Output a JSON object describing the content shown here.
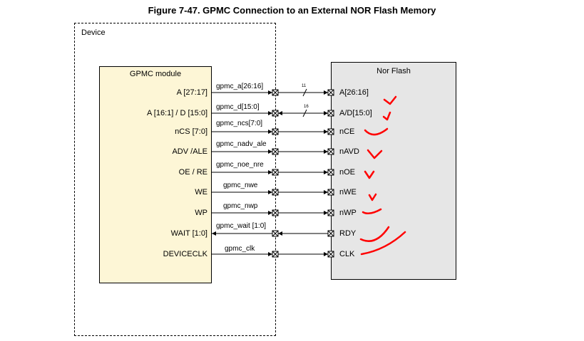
{
  "figure_title": "Figure 7-47. GPMC Connection to an External NOR Flash Memory",
  "device_label": "Device",
  "gpmc_label": "GPMC module",
  "nor_label": "Nor Flash",
  "connections": [
    {
      "gpmc_pin": "A [27:17]",
      "signal": "gpmc_a[26:16]",
      "nor_pin": "A[26:16]",
      "direction": "out",
      "bus_width": "11"
    },
    {
      "gpmc_pin": "A [16:1] / D [15:0]",
      "signal": "gpmc_d[15:0]",
      "nor_pin": "A/D[15:0]",
      "direction": "bidir",
      "bus_width": "16"
    },
    {
      "gpmc_pin": "nCS [7:0]",
      "signal": "gpmc_ncs[7:0]",
      "nor_pin": "nCE",
      "direction": "out"
    },
    {
      "gpmc_pin": "ADV /ALE",
      "signal": "gpmc_nadv_ale",
      "nor_pin": "nAVD",
      "direction": "out"
    },
    {
      "gpmc_pin": "OE / RE",
      "signal": "gpmc_noe_nre",
      "nor_pin": "nOE",
      "direction": "out"
    },
    {
      "gpmc_pin": "WE",
      "signal": "gpmc_nwe",
      "nor_pin": "nWE",
      "direction": "out"
    },
    {
      "gpmc_pin": "WP",
      "signal": "gpmc_nwp",
      "nor_pin": "nWP",
      "direction": "out"
    },
    {
      "gpmc_pin": "WAIT [1:0]",
      "signal": "gpmc_wait [1:0]",
      "nor_pin": "RDY",
      "direction": "in"
    },
    {
      "gpmc_pin": "DEVICECLK",
      "signal": "gpmc_clk",
      "nor_pin": "CLK",
      "direction": "out"
    }
  ],
  "colors": {
    "gpmc_fill": "#fdf6d6",
    "nor_fill": "#e6e6e6",
    "checkmark": "#ff0000"
  }
}
